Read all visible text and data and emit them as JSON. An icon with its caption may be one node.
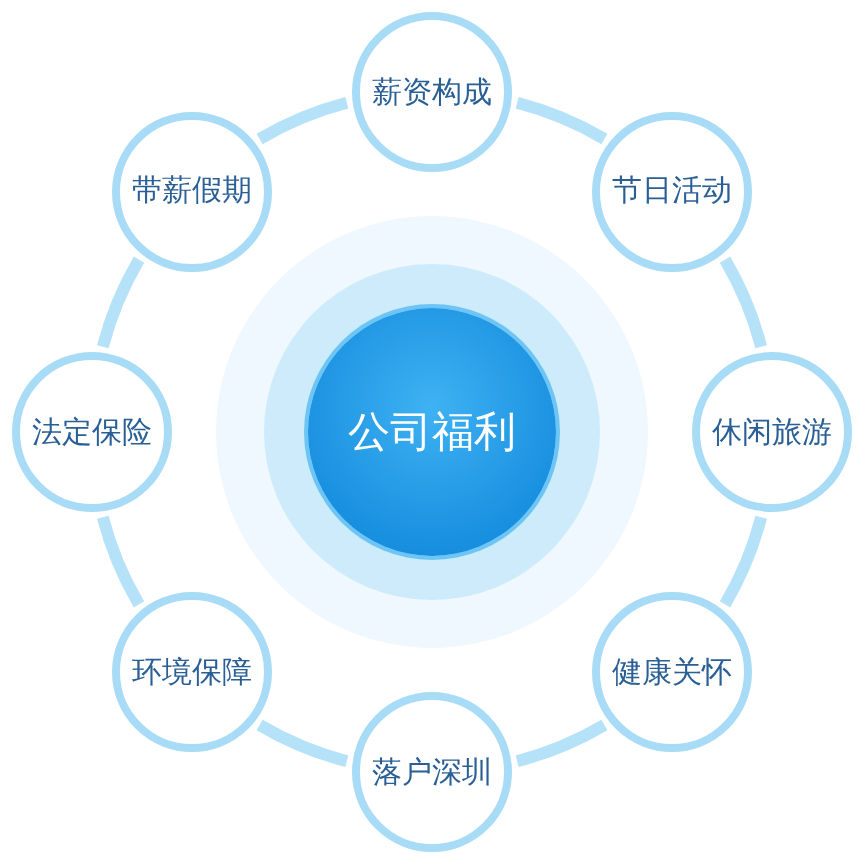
{
  "diagram": {
    "nodes": [
      {
        "text": [
          "公司福利"
        ]
      },
      {
        "text": [
          "薪资构成"
        ]
      },
      {
        "text": [
          "节日活动"
        ]
      },
      {
        "text": [
          "休闲旅游"
        ]
      },
      {
        "text": [
          "健康关怀"
        ]
      },
      {
        "text": [
          "落户深圳"
        ]
      },
      {
        "text": [
          "环境保障"
        ]
      },
      {
        "text": [
          "法定保险"
        ]
      },
      {
        "text": [
          "带薪假期"
        ]
      }
    ],
    "edges": [
      {
        "from": 1,
        "to": 2,
        "arrow": "none"
      },
      {
        "from": 2,
        "to": 3,
        "arrow": "none"
      },
      {
        "from": 3,
        "to": 4,
        "arrow": "none"
      },
      {
        "from": 4,
        "to": 5,
        "arrow": "none"
      },
      {
        "from": 5,
        "to": 6,
        "arrow": "none"
      },
      {
        "from": 6,
        "to": 7,
        "arrow": "none"
      },
      {
        "from": 7,
        "to": 8,
        "arrow": "none"
      },
      {
        "from": 8,
        "to": 1,
        "arrow": "none"
      }
    ]
  }
}
